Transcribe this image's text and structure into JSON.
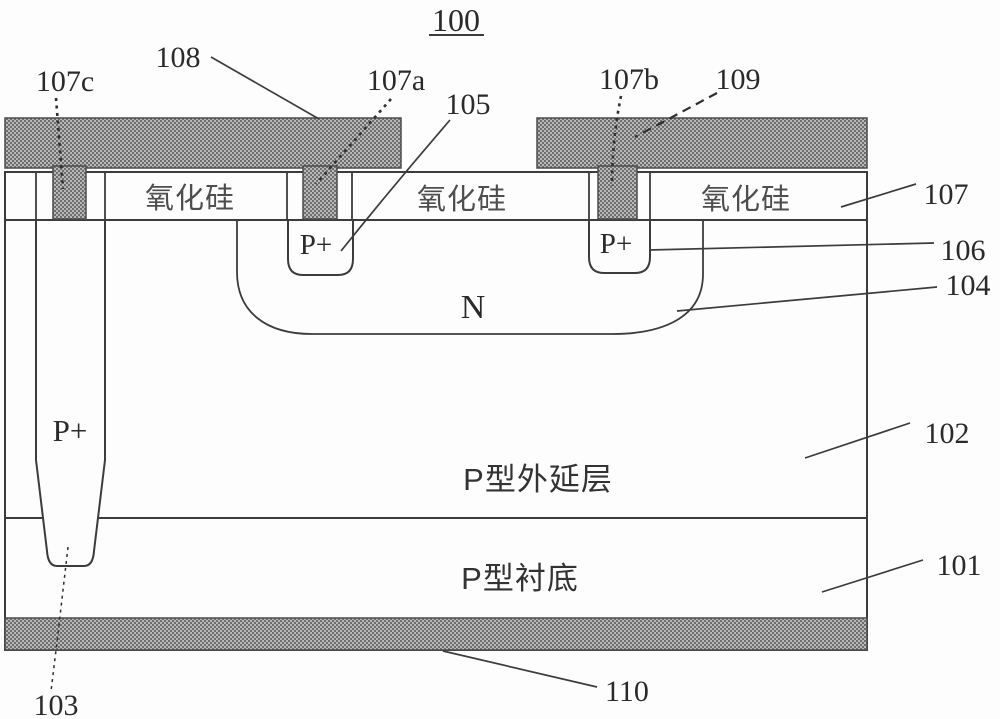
{
  "figure_title": "100",
  "ref_labels": {
    "n108": "108",
    "n107c": "107c",
    "n107a": "107a",
    "n105": "105",
    "n107b": "107b",
    "n109": "109",
    "n107": "107",
    "n106": "106",
    "n104": "104",
    "n102": "102",
    "n101": "101",
    "n110": "110",
    "n103": "103"
  },
  "regions": {
    "oxide_left": "氧化硅",
    "oxide_mid": "氧化硅",
    "oxide_right": "氧化硅",
    "pplus_well_left": "P+",
    "pplus_well_right": "P+",
    "pplus_trench": "P+",
    "n_well": "N",
    "p_epitaxial_layer": "P型外延层",
    "p_substrate": "P型衬底"
  },
  "colors": {
    "background": "#fdfdfd",
    "line": "#3c3c3c",
    "metal_dark": "#6e6e6e",
    "metal_light": "#b8b8b8",
    "number_text": "#2a2a2a",
    "cjk_text": "#4e4e4e"
  }
}
